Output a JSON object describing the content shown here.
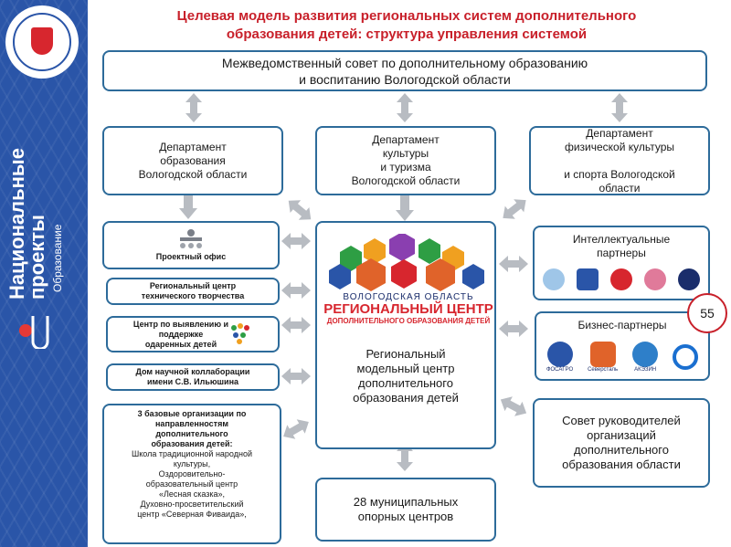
{
  "sidebar": {
    "project_title": "Национальные\nпроекты",
    "project_sub": "Образование"
  },
  "header": {
    "title_line1": "Целевая модель развития региональных систем дополнительного",
    "title_line2": "образования детей: структура управления системой"
  },
  "council": {
    "line1": "Межведомственный совет по дополнительному образованию",
    "line2": "и воспитанию Вологодской области"
  },
  "departments": [
    {
      "text": "Департамент\nобразования\nВологодской области"
    },
    {
      "text": "Департамент\nкультуры\nи туризма\nВологодской области"
    },
    {
      "text": "Департамент\nфизической культуры\n\nи спорта Вологодской\nобласти"
    }
  ],
  "left_units": [
    {
      "text": "Проектный офис"
    },
    {
      "text": "Региональный центр\nтехнического творчества"
    },
    {
      "text": "Центр  по выявлению и\nподдержке\nодаренных детей"
    },
    {
      "text": "Дом научной коллаборации\nимени С.В. Ильюшина"
    }
  ],
  "base_orgs": {
    "title": "3 базовые организации по\nнаправленностям\nдополнительного\nобразования детей:",
    "body": "Школа традиционной народной\nкультуры,\nОздоровительно-\nобразовательный центр\n«Лесная сказка»,\nДуховно-просветительский\nцентр «Северная Фиваида»,"
  },
  "center": {
    "logo_l1": "ВОЛОГОДСКАЯ ОБЛАСТЬ",
    "logo_l2": "РЕГИОНАЛЬНЫЙ ЦЕНТР",
    "logo_l3": "ДОПОЛНИТЕЛЬНОГО ОБРАЗОВАНИЯ ДЕТЕЙ",
    "text": "Региональный\nмодельный центр\nдополнительного\nобразования детей"
  },
  "municipal": {
    "text": "28 муниципальных\nопорных центров"
  },
  "partners": {
    "intellectual": "Интеллектуальные\nпартнеры",
    "business": "Бизнес-партнеры",
    "business_logos": [
      "ФОСАГРО",
      "Северсталь",
      "АКЭЗИН"
    ],
    "council_heads": "Совет руководителей\nорганизаций\nдополнительного\nобразования области"
  },
  "misc": {
    "page_number": "55"
  },
  "colors": {
    "title_red": "#c8202a",
    "box_border": "#2d6b9a",
    "arrow_gray": "#b8bcc2",
    "sidebar_blue": "#2a55a8"
  }
}
